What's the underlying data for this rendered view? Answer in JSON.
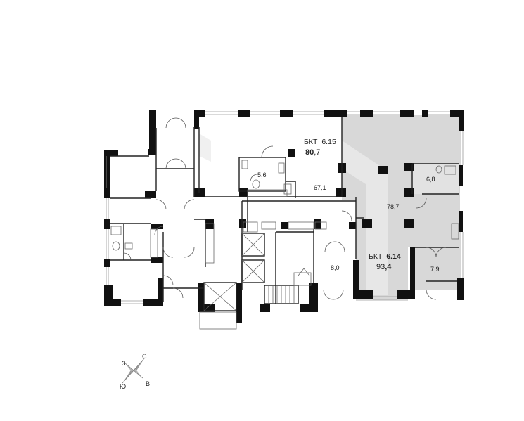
{
  "units": [
    {
      "id": "bkt-6-15",
      "prefix": "БКТ",
      "number": "6.15",
      "area_int": "80",
      "area_dec": ",7",
      "highlight": false
    },
    {
      "id": "bkt-6-14",
      "prefix": "БКТ",
      "number": "6.14",
      "area_int": "93",
      "area_dec": ",4",
      "highlight": true,
      "fill_color": "#d8d8d8"
    }
  ],
  "rooms": [
    {
      "id": "room-5-6",
      "area": "5,6"
    },
    {
      "id": "room-67-1",
      "area": "67,1"
    },
    {
      "id": "room-6-8",
      "area": "6,8"
    },
    {
      "id": "room-78-7",
      "area": "78,7"
    },
    {
      "id": "room-8-0",
      "area": "8,0"
    },
    {
      "id": "room-7-9",
      "area": "7,9"
    }
  ],
  "compass": {
    "north": "С",
    "south": "Ю",
    "west": "З",
    "east": "В"
  }
}
